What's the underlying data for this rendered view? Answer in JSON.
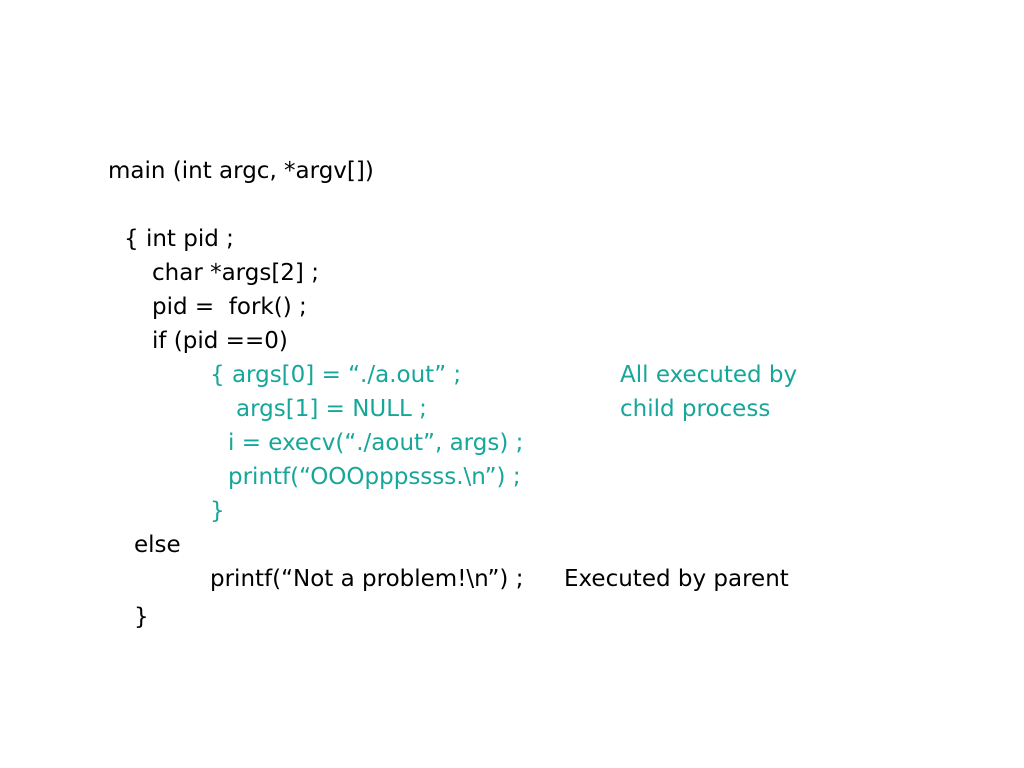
{
  "slide": {
    "code_lines": [
      "main (int argc, *argv[])",
      "{ int pid ;",
      "char *args[2] ;",
      "pid =  fork() ;",
      "if (pid ==0)",
      "{ args[0] = “./a.out” ;",
      "args[1] = NULL ;",
      "i = execv(“./aout”, args) ;",
      "printf(“OOOpppssss.\\n”) ;",
      "}",
      "else",
      "printf(“Not a problem!\\n”) ;",
      "}"
    ],
    "child_note": [
      "All executed by",
      "child process"
    ],
    "parent_note": "Executed by parent",
    "colors": {
      "text": "#000000",
      "highlight": "#16a79a",
      "background": "#ffffff"
    }
  }
}
